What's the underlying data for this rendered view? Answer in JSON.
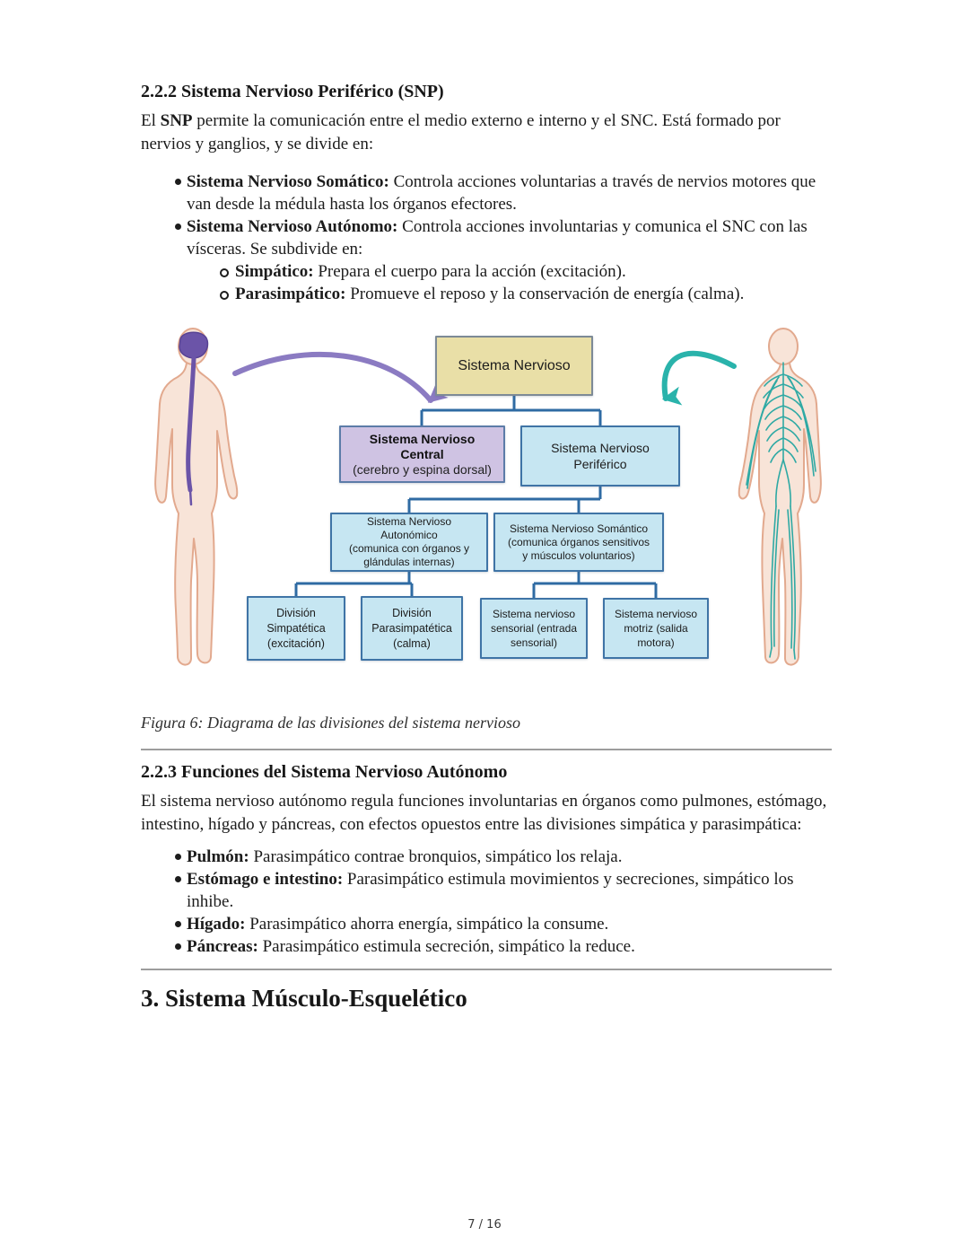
{
  "page": {
    "footer": "7 / 16"
  },
  "section_snp": {
    "heading": "2.2.2 Sistema Nervioso Periférico (SNP)",
    "intro": {
      "lead": "El ",
      "bold": "SNP",
      "rest": " permite la comunicación entre el medio externo e interno y el SNC. Está formado por nervios y ganglios, y se divide en:"
    },
    "bullets": [
      {
        "term": "Sistema Nervioso Somático:",
        "desc": " Controla acciones voluntarias a través de nervios motores que van desde la médula hasta los órganos efectores."
      },
      {
        "term": "Sistema Nervioso Autónomo:",
        "desc": " Controla acciones involuntarias y comunica el SNC con las vísceras. Se subdivide en:"
      }
    ],
    "sub_bullets": [
      {
        "term": "Simpático:",
        "desc": " Prepara el cuerpo para la acción (excitación)."
      },
      {
        "term": "Parasimpático:",
        "desc": " Promueve el reposo y la conservación de energía (calma)."
      }
    ]
  },
  "figure": {
    "caption": "Figura 6: Diagrama de las divisiones del sistema nervioso",
    "diagram": {
      "root": "Sistema Nervioso",
      "snc_title": "Sistema Nervioso\nCentral",
      "snc_sub": "(cerebro y espina dorsal)",
      "snp": "Sistema Nervioso\nPeriférico",
      "autonomico": "Sistema Nervioso\nAutonómico\n(comunica con órganos y\nglándulas internas)",
      "somantico": "Sistema Nervioso Somántico\n(comunica órganos sensitivos\ny músculos voluntarios)",
      "simpatetica": "División\nSimpatética\n(excitación)",
      "parasimpatetica": "División\nParasimpatética\n(calma)",
      "sensorial": "Sistema nervioso\nsensorial (entrada\nsensorial)",
      "motriz": "Sistema nervioso\nmotriz (salida\nmotora)"
    },
    "colors": {
      "root_box_fill": "#e9dfa7",
      "central_box_fill": "#cfc3e3",
      "peripheral_box_fill": "#c6e6f2",
      "connector_line": "#2f6ba3",
      "cns_arrow_purple": "#8b7bc2",
      "pns_arrow_teal": "#2ab3ab",
      "skin": "#f8e4d8",
      "nerves_teal": "#2fa9a4",
      "brain_purple": "#6b54a8"
    }
  },
  "section_funciones": {
    "heading": "2.2.3 Funciones del Sistema Nervioso Autónomo",
    "intro": "El sistema nervioso autónomo regula funciones involuntarias en órganos como pulmones, estómago, intestino, hígado y páncreas, con efectos opuestos entre las divisiones simpática y parasimpática:",
    "bullets": [
      {
        "term": "Pulmón:",
        "desc": " Parasimpático contrae bronquios, simpático los relaja."
      },
      {
        "term": "Estómago e intestino:",
        "desc": " Parasimpático estimula movimientos y secreciones, simpático los inhibe."
      },
      {
        "term": "Hígado:",
        "desc": " Parasimpático ahorra energía, simpático la consume."
      },
      {
        "term": "Páncreas:",
        "desc": " Parasimpático estimula secreción, simpático la reduce."
      }
    ]
  },
  "section_musculo": {
    "heading": "3. Sistema Músculo-Esquelético"
  }
}
